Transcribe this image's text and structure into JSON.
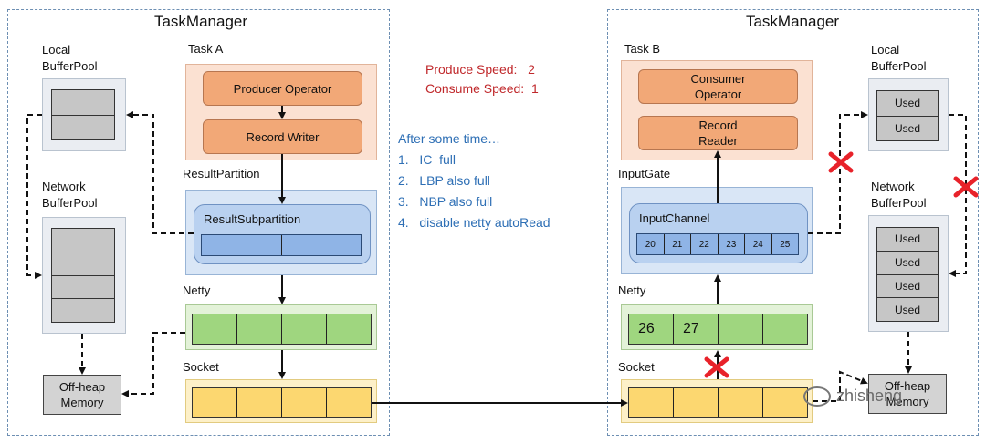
{
  "left_tm": {
    "title": "TaskManager",
    "task_label": "Task A",
    "producer": "Producer Operator",
    "writer": "Record Writer",
    "result_partition": "ResultPartition",
    "result_subpartition": "ResultSubpartition",
    "netty": "Netty",
    "socket": "Socket",
    "local_pool": "Local BufferPool",
    "network_pool": "Network BufferPool",
    "offheap": "Off-heap Memory"
  },
  "right_tm": {
    "title": "TaskManager",
    "task_label": "Task B",
    "consumer": "Consumer Operator",
    "reader": "Record Reader",
    "input_gate": "InputGate",
    "input_channel": "InputChannel",
    "channel_buffers": [
      "20",
      "21",
      "22",
      "23",
      "24",
      "25"
    ],
    "netty": "Netty",
    "netty_buffers": [
      "26",
      "27",
      "",
      ""
    ],
    "socket": "Socket",
    "local_pool": "Local BufferPool",
    "local_pool_cells": [
      "Used",
      "Used"
    ],
    "network_pool": "Network BufferPool",
    "network_pool_cells": [
      "Used",
      "Used",
      "Used",
      "Used"
    ],
    "offheap": "Off-heap Memory"
  },
  "speeds": [
    "Produce Speed:   2",
    "Consume Speed:  1"
  ],
  "notes": {
    "title": "After some time…",
    "items": [
      "1.   IC  full",
      "2.   LBP also full",
      "3.   NBP also full",
      "4.   disable netty autoRead"
    ]
  },
  "watermark": "zhisheng",
  "colors": {
    "speed_text": "#c0282b",
    "notes_text": "#2e6fb5",
    "cross": "#e8222a"
  }
}
